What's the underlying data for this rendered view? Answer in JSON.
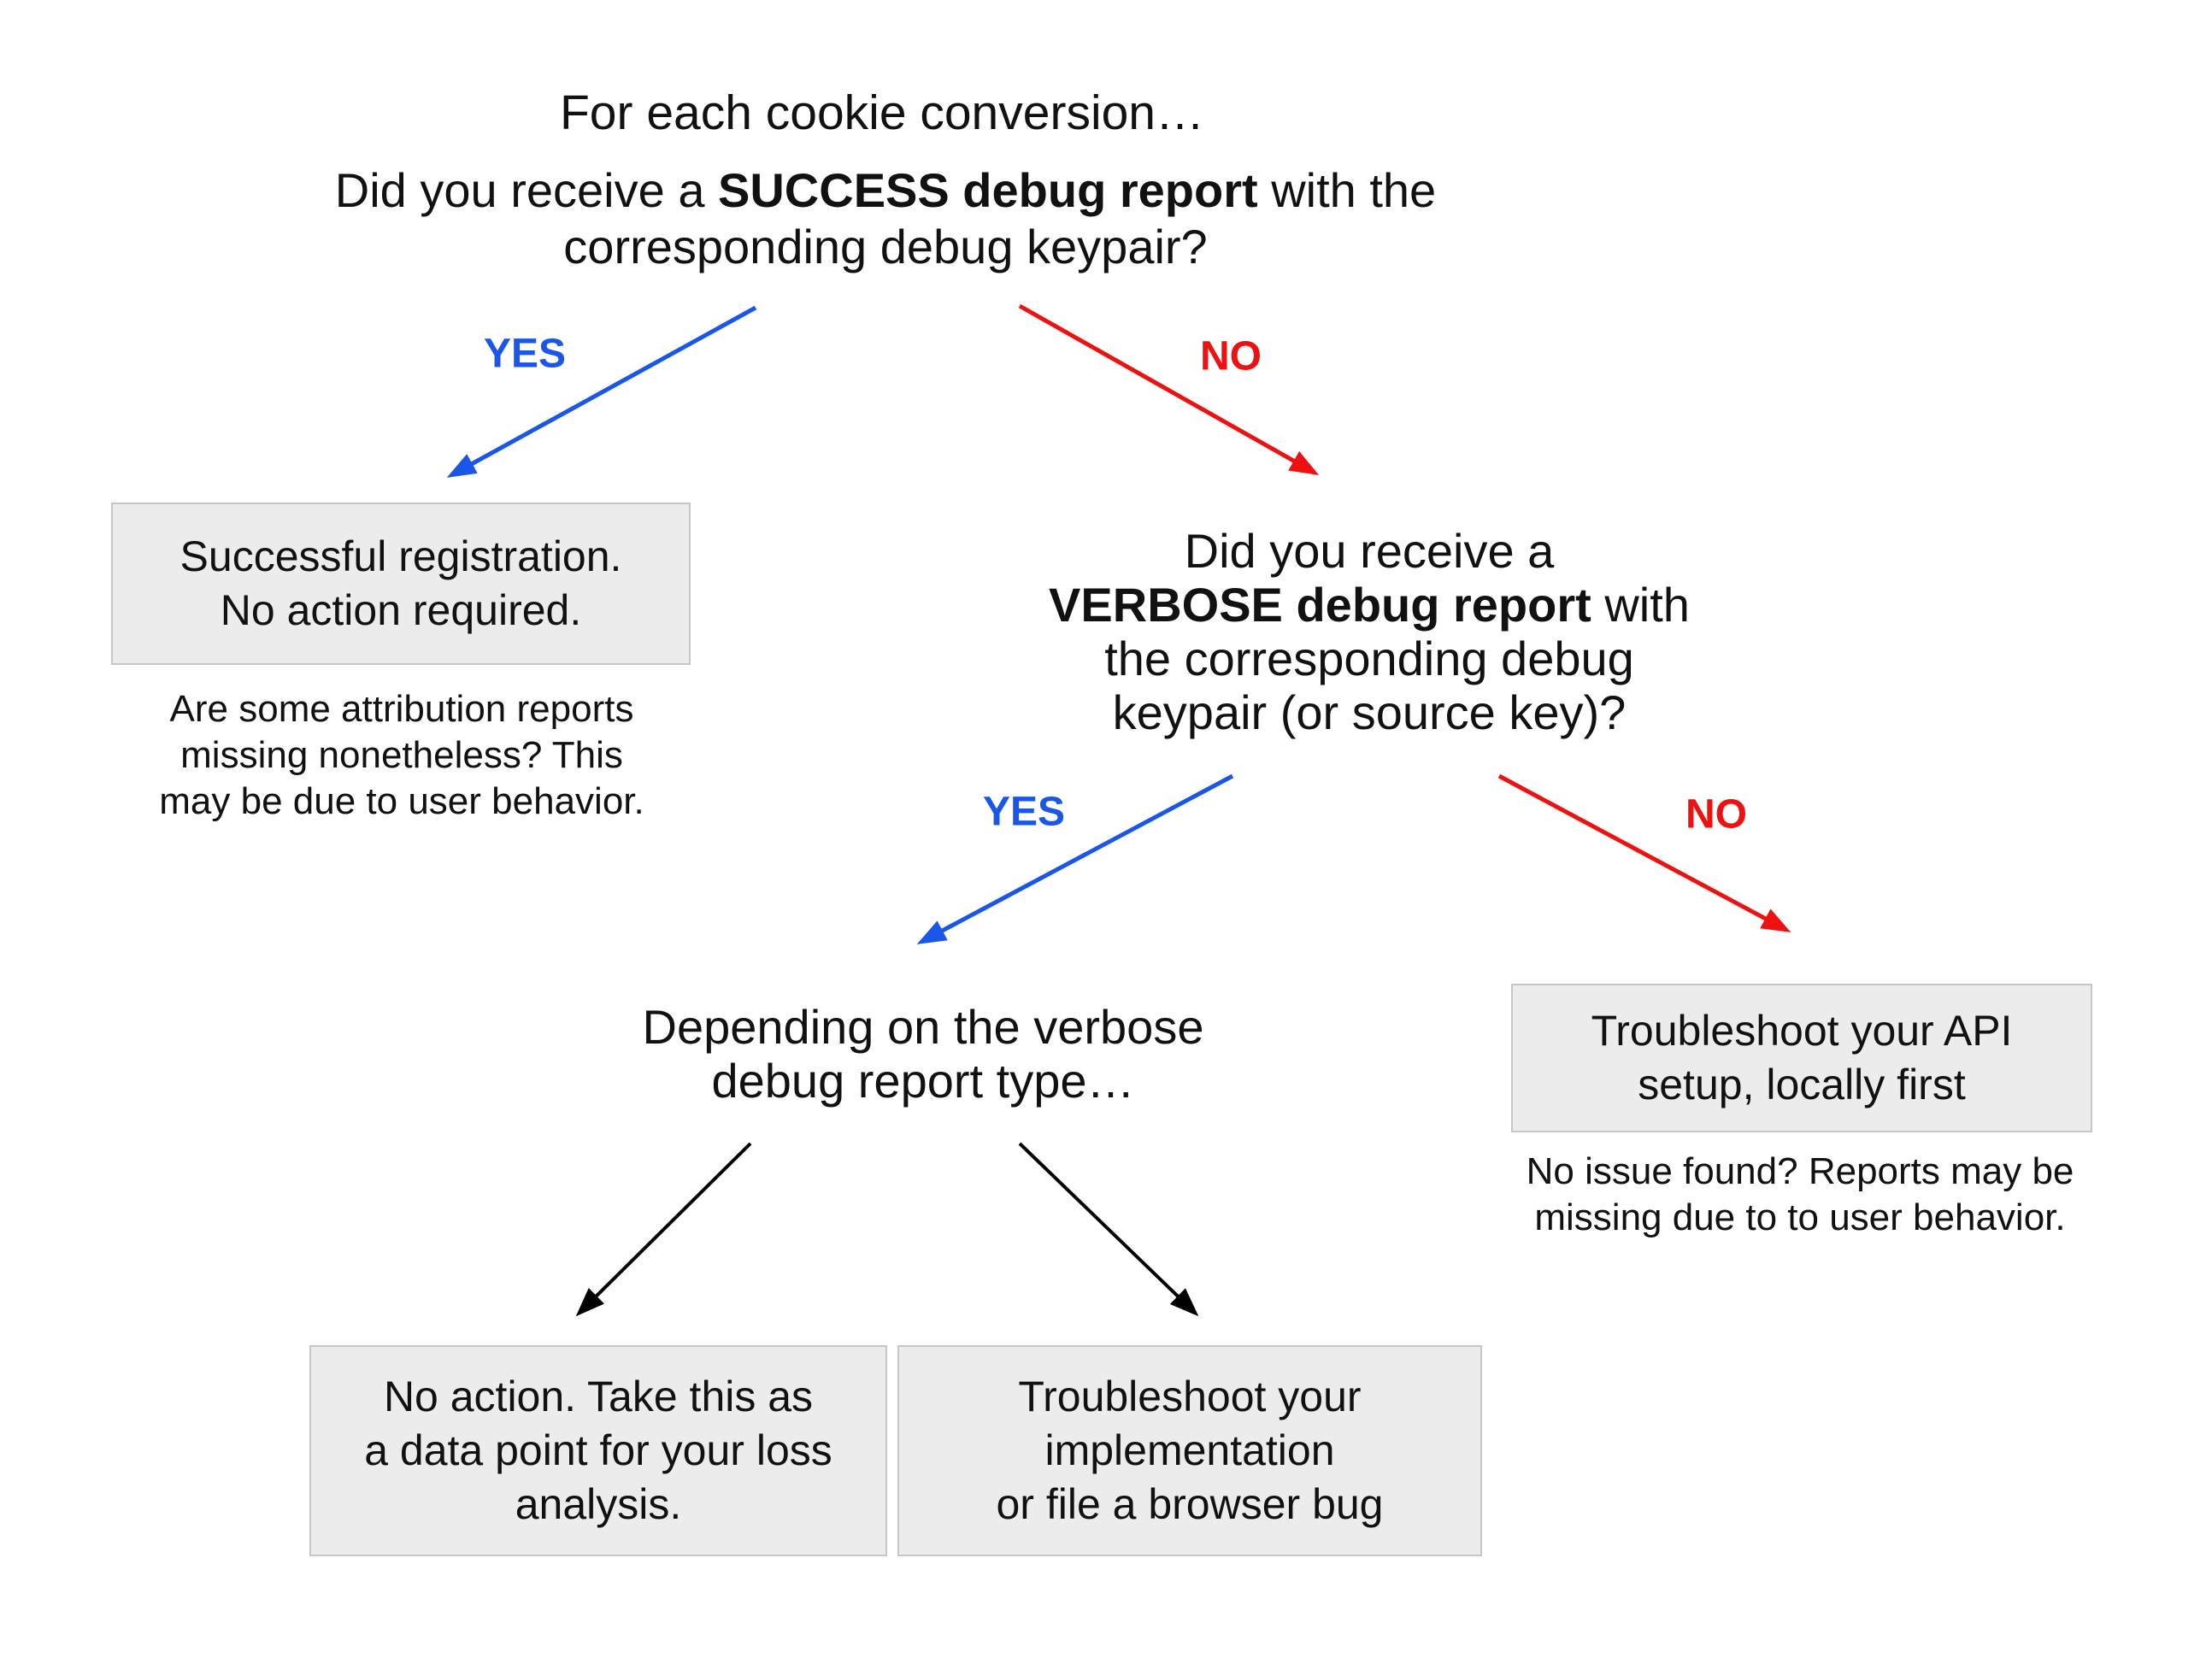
{
  "colors": {
    "yes_blue": "#1a56e8",
    "no_red": "#ee1111",
    "arrow_black": "#000000",
    "box_fill": "#ececec",
    "box_border": "#c6c6c6",
    "text": "#111111",
    "background": "#ffffff"
  },
  "root": {
    "title": "For each cookie conversion…"
  },
  "question1": {
    "line1_pre": "Did you receive a ",
    "line1_bold": "SUCCESS debug report",
    "line1_post": " with the",
    "line2": "corresponding debug keypair?"
  },
  "branch1": {
    "yes": "YES",
    "no": "NO"
  },
  "result_success": {
    "lines": [
      "Successful registration.",
      "No action required."
    ],
    "note": [
      "Are some attribution reports",
      "missing nonetheless? This",
      "may be due to user behavior."
    ]
  },
  "question2": {
    "line1": "Did you receive a",
    "line2_bold": "VERBOSE debug report",
    "line2_post": " with",
    "line3": "the corresponding debug",
    "line4": "keypair (or source key)?"
  },
  "branch2": {
    "yes": "YES",
    "no": "NO"
  },
  "question3": {
    "line1": "Depending on the verbose",
    "line2": "debug report type…"
  },
  "result_no_action": {
    "lines": [
      "No action. Take this as",
      "a data point for your loss",
      "analysis."
    ]
  },
  "result_implementation": {
    "lines": [
      "Troubleshoot your",
      "implementation",
      "or file a browser bug"
    ]
  },
  "result_api": {
    "lines": [
      "Troubleshoot your API",
      "setup, locally first"
    ],
    "note": [
      "No issue found? Reports may be",
      "missing due to to user behavior."
    ]
  }
}
